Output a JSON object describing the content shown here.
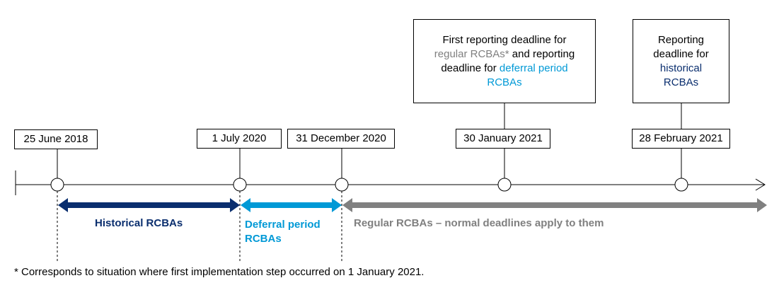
{
  "timeline": {
    "dates": [
      {
        "id": "d1",
        "label": "25 June 2018"
      },
      {
        "id": "d2",
        "label": "1 July 2020"
      },
      {
        "id": "d3",
        "label": "31 December 2020"
      },
      {
        "id": "d4",
        "label": "30 January 2021"
      },
      {
        "id": "d5",
        "label": "28 February 2021"
      }
    ]
  },
  "callouts": {
    "first": {
      "line1": "First reporting deadline for",
      "seg_regular": "regular RCBAs*",
      "seg_and": " and reporting",
      "line3_start": "deadline for ",
      "seg_deferral": "deferral period",
      "seg_deferral2": "RCBAs"
    },
    "second": {
      "line1": "Reporting",
      "line2": "deadline for",
      "seg_historical": "historical",
      "seg_historical2": "RCBAs"
    }
  },
  "periods": {
    "historical": "Historical RCBAs",
    "deferral_line1": "Deferral period",
    "deferral_line2": "RCBAs",
    "regular": "Regular RCBAs – normal deadlines apply to them"
  },
  "footnote": "* Corresponds to situation where first implementation step occurred on 1 January 2021.",
  "colors": {
    "navy": "#0a2e6e",
    "light_blue": "#0099d6",
    "grey": "#808080"
  }
}
